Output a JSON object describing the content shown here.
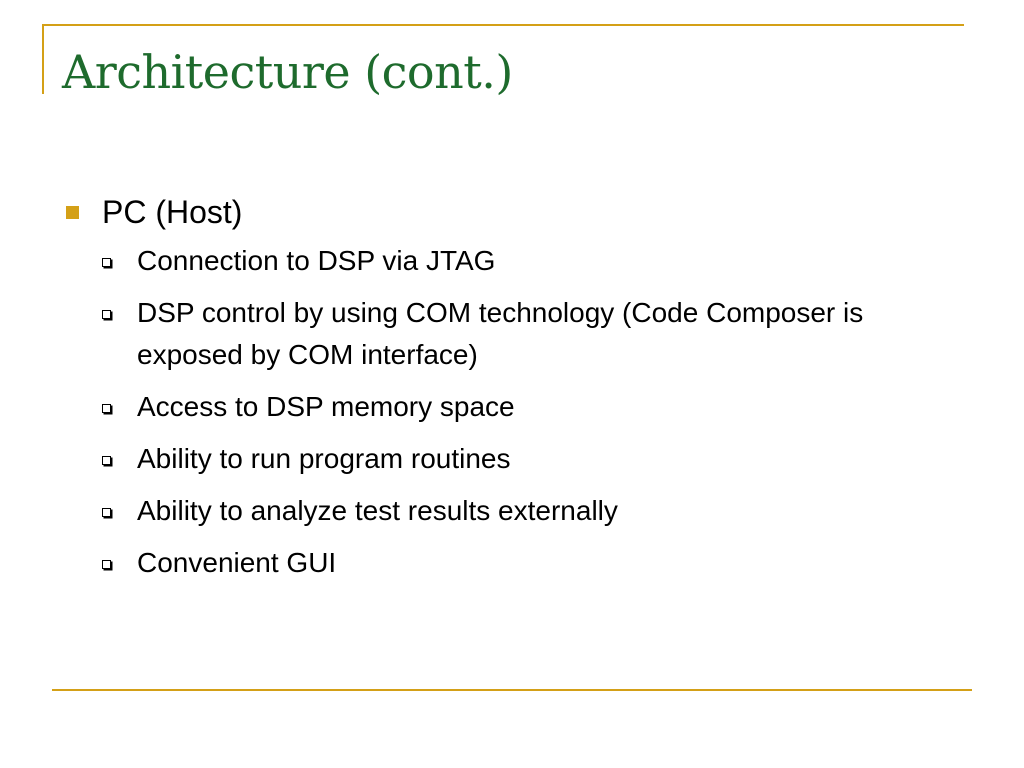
{
  "slide": {
    "title": "Architecture (cont.)",
    "accent_color": "#d4a017",
    "title_color": "#1e6b2d",
    "main_item": {
      "label": "PC (Host)",
      "bullet_icon": "filled-square-bullet",
      "sub_items": [
        {
          "label": "Connection to DSP via JTAG",
          "bullet_icon": "hollow-square-bullet"
        },
        {
          "label": "DSP control by using COM technology (Code Composer is exposed by COM interface)",
          "bullet_icon": "hollow-square-bullet"
        },
        {
          "label": "Access to DSP memory space",
          "bullet_icon": "hollow-square-bullet"
        },
        {
          "label": "Ability to run program routines",
          "bullet_icon": "hollow-square-bullet"
        },
        {
          "label": "Ability to analyze test results externally",
          "bullet_icon": "hollow-square-bullet"
        },
        {
          "label": "Convenient GUI",
          "bullet_icon": "hollow-square-bullet"
        }
      ]
    }
  }
}
